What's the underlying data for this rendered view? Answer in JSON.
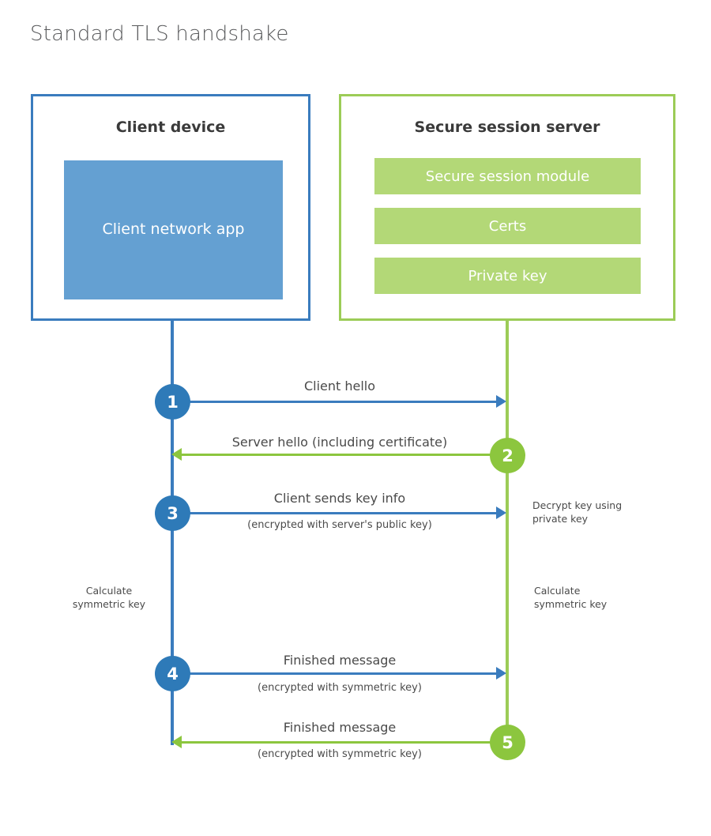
{
  "diagram": {
    "title": "Standard TLS handshake",
    "colors": {
      "client_accent": "#3a7cbe",
      "client_app_fill": "#64a0d2",
      "server_accent": "#9ccc57",
      "server_bar_fill": "#b3d877",
      "arrow_blue": "#3a7cbe",
      "arrow_green": "#8cc63e",
      "title_text": "#58595b"
    },
    "client": {
      "title": "Client device",
      "app_label": "Client network app"
    },
    "server": {
      "title": "Secure session server",
      "components": [
        {
          "label": "Secure session module"
        },
        {
          "label": "Certs"
        },
        {
          "label": "Private key"
        }
      ]
    },
    "steps": [
      {
        "number": "1",
        "label": "Client hello",
        "sub": "",
        "direction": "client-to-server",
        "origin": "client"
      },
      {
        "number": "2",
        "label": "Server hello (including certificate)",
        "sub": "",
        "direction": "server-to-client",
        "origin": "server"
      },
      {
        "number": "3",
        "label": "Client sends key info",
        "sub": "(encrypted with server's public key)",
        "direction": "client-to-server",
        "origin": "client"
      },
      {
        "number": "4",
        "label": "Finished message",
        "sub": "(encrypted with symmetric key)",
        "direction": "client-to-server",
        "origin": "client"
      },
      {
        "number": "5",
        "label": "Finished message",
        "sub": "(encrypted with symmetric key)",
        "direction": "server-to-client",
        "origin": "server"
      }
    ],
    "notes": {
      "decrypt_key": "Decrypt key using private key",
      "client_calculate": "Calculate symmetric key",
      "server_calculate": "Calculate symmetric key"
    }
  }
}
